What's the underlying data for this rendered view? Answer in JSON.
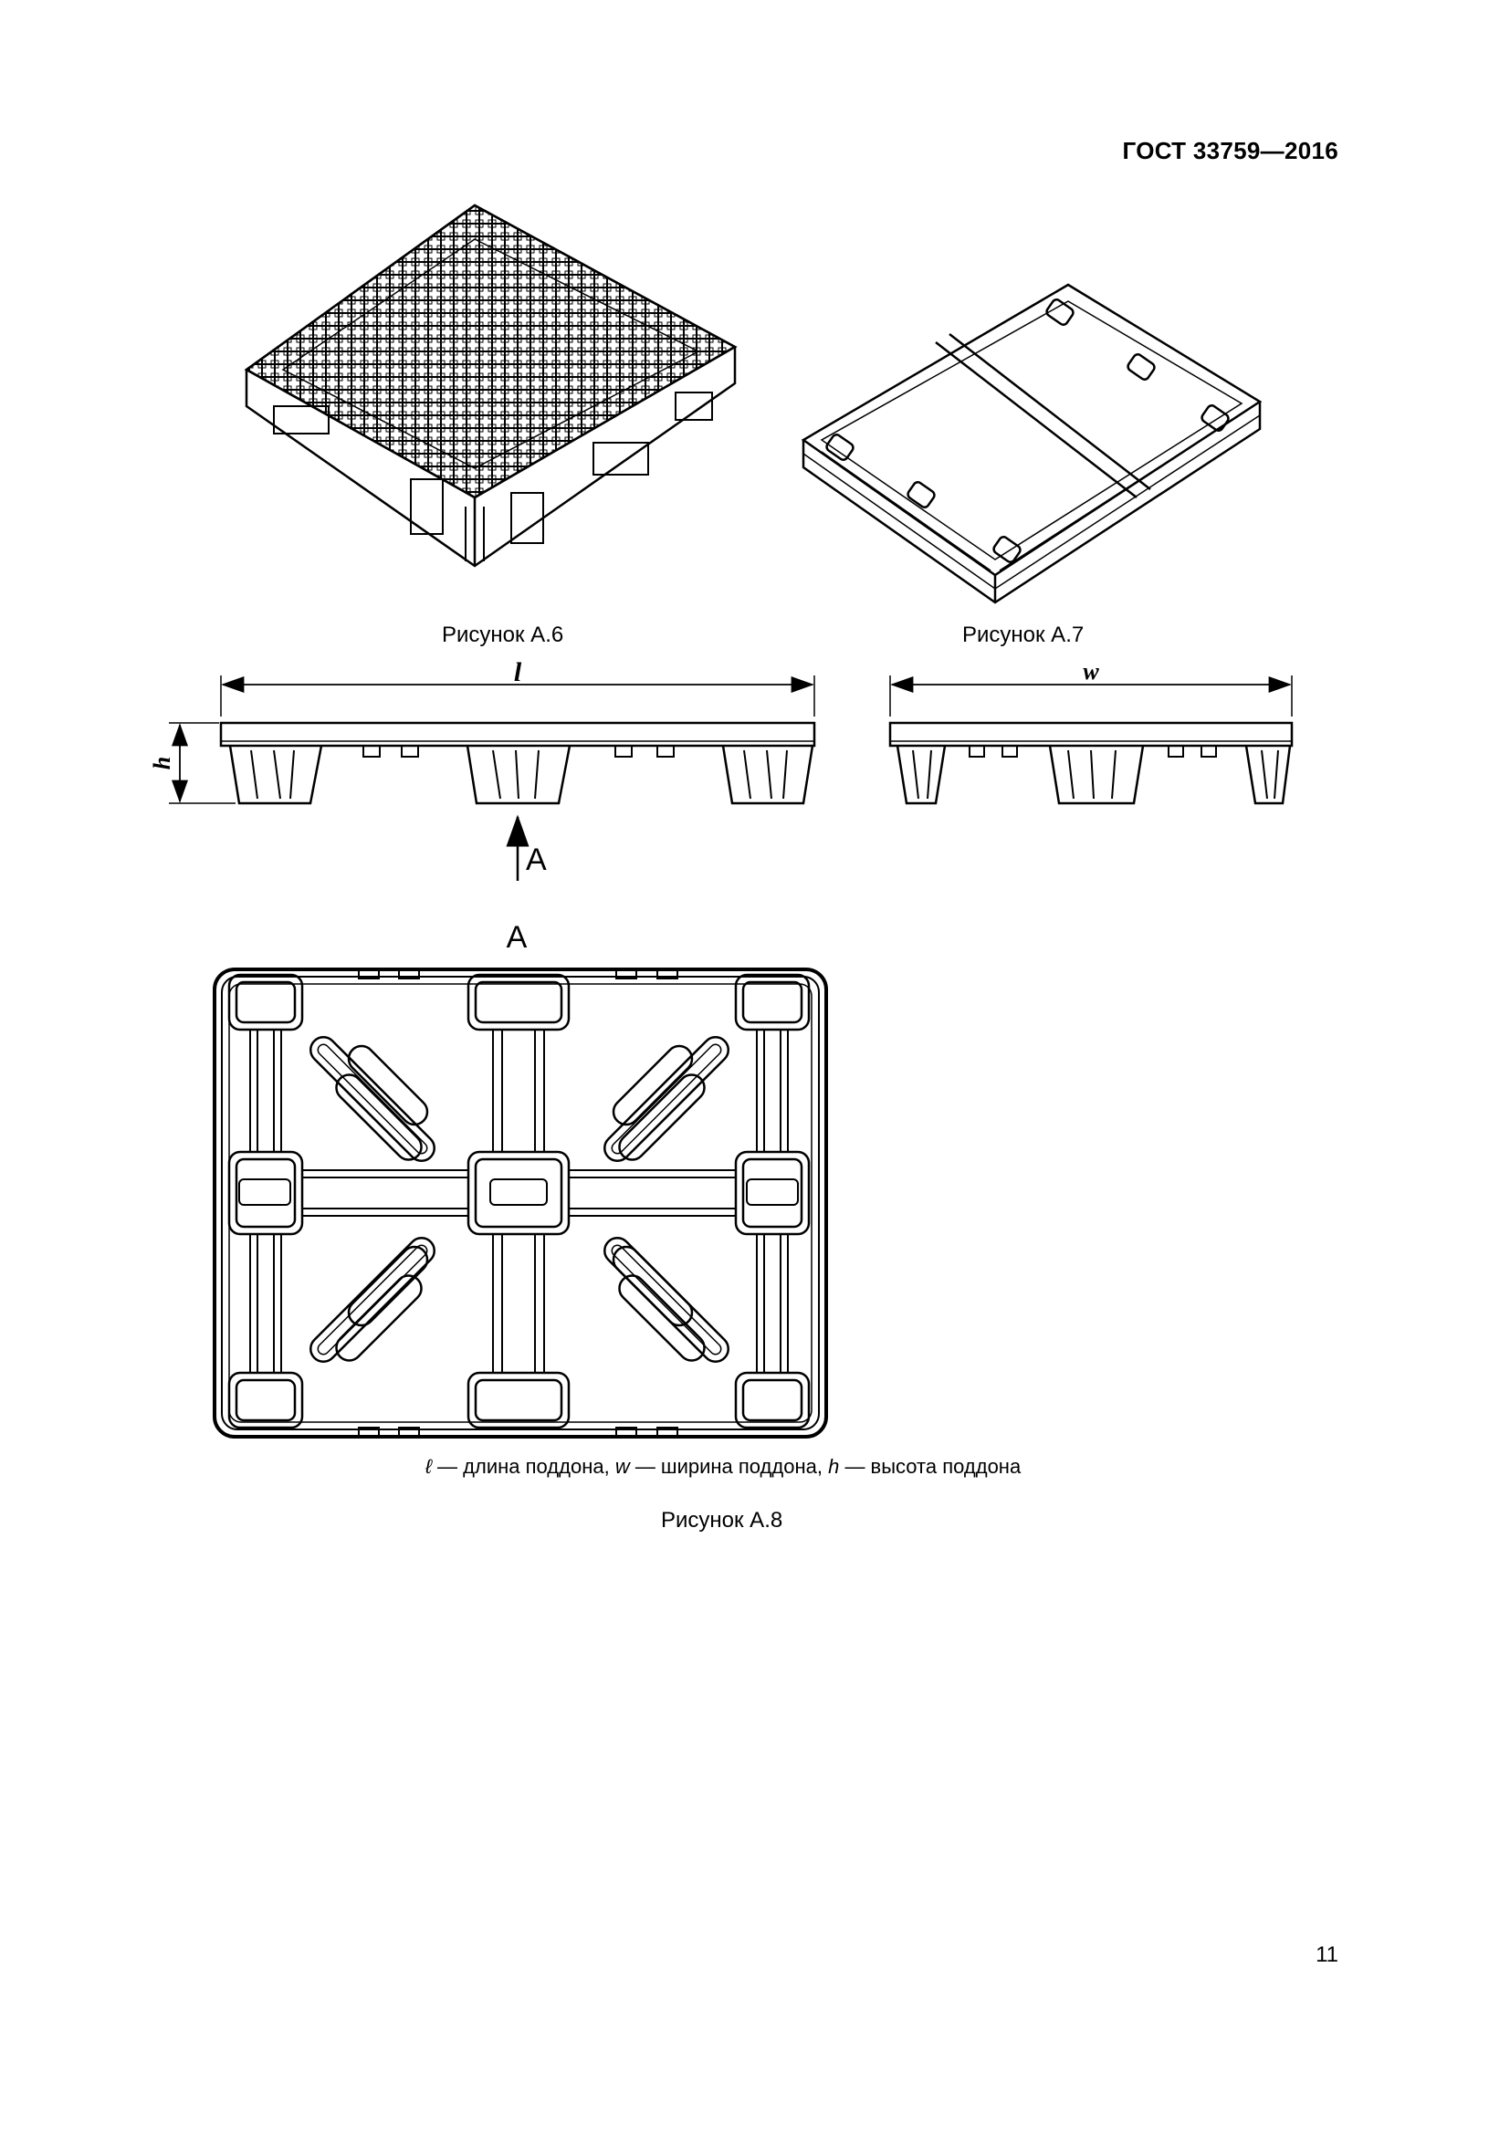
{
  "header": {
    "standard": "ГОСТ 33759—2016"
  },
  "figures": {
    "a6_caption": "Рисунок А.6",
    "a7_caption": "Рисунок А.7",
    "a8_caption": "Рисунок А.8"
  },
  "dimensions": {
    "length": "l",
    "width": "w",
    "height": "h"
  },
  "view": {
    "arrow_label": "A",
    "view_title": "A"
  },
  "legend": {
    "l_sym": "ℓ",
    "l_text": " — длина поддона, ",
    "w_sym": "w",
    "w_text": " — ширина поддона, ",
    "h_sym": "h",
    "h_text": " — высота поддона"
  },
  "footer": {
    "page_number": "11"
  }
}
